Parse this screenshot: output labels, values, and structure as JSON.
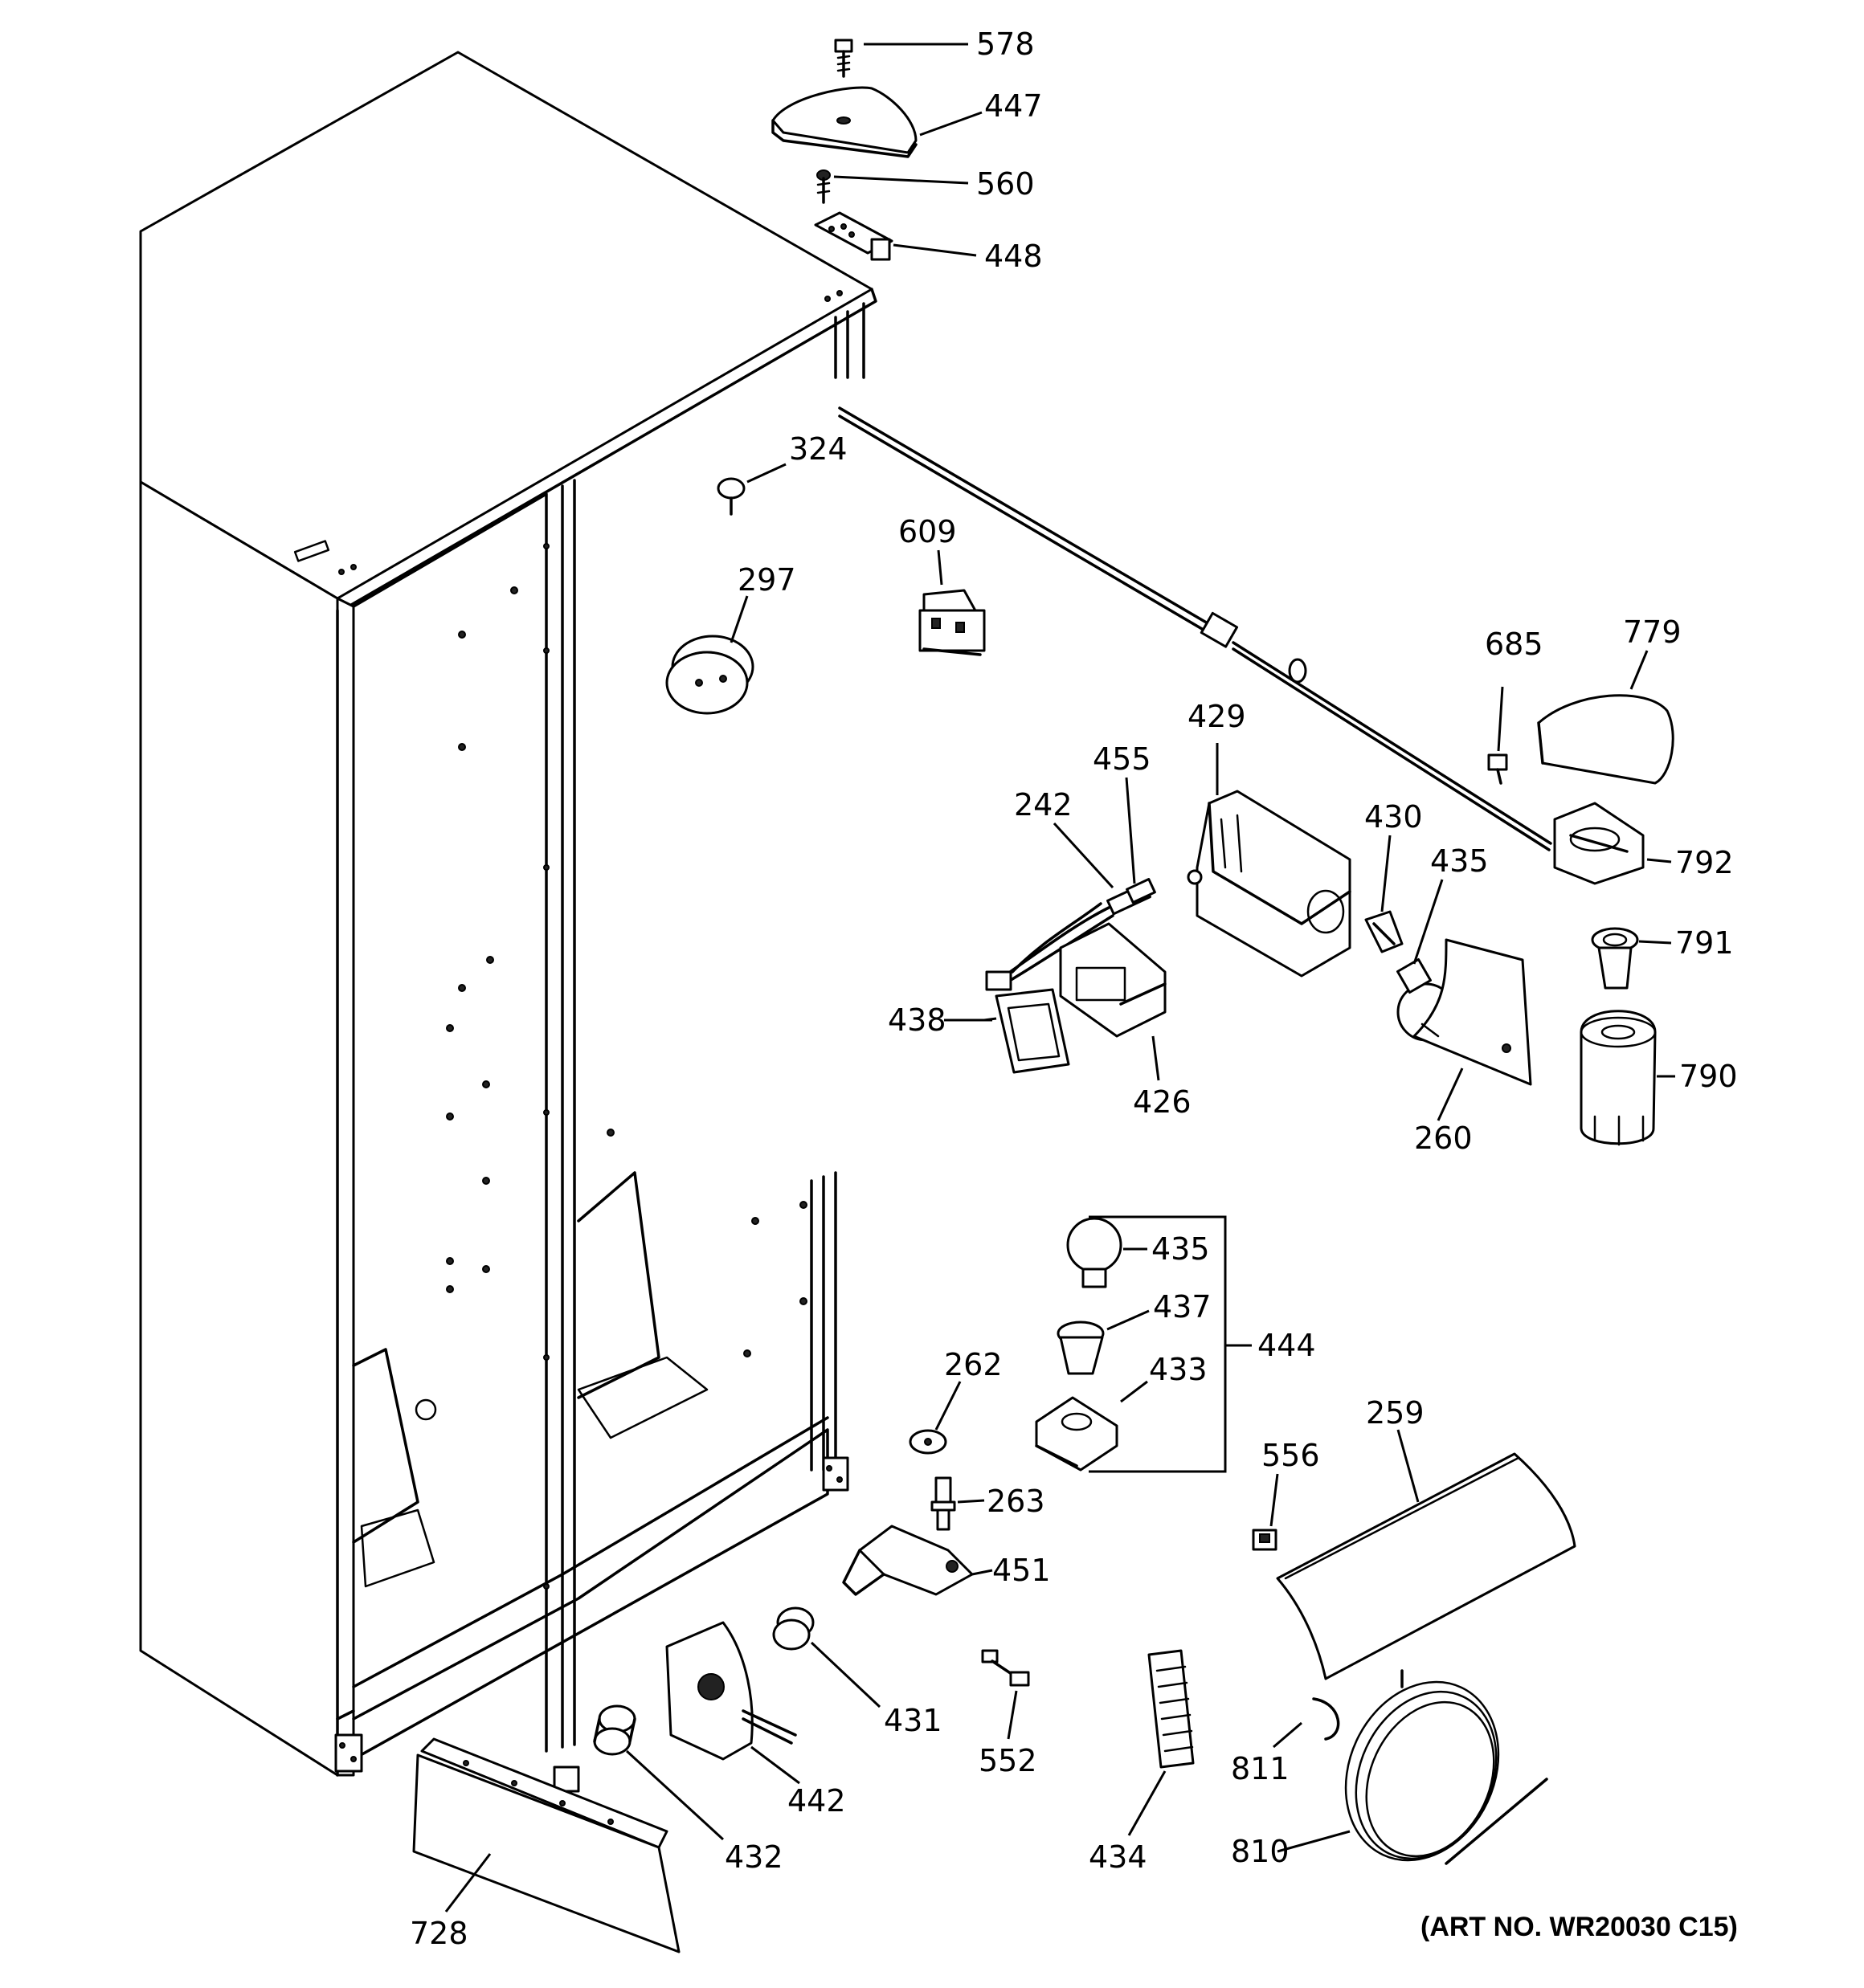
{
  "parts": [
    {
      "id": "p578",
      "label": "578"
    },
    {
      "id": "p447",
      "label": "447"
    },
    {
      "id": "p560",
      "label": "560"
    },
    {
      "id": "p448",
      "label": "448"
    },
    {
      "id": "p324",
      "label": "324"
    },
    {
      "id": "p609",
      "label": "609"
    },
    {
      "id": "p297",
      "label": "297"
    },
    {
      "id": "p685",
      "label": "685"
    },
    {
      "id": "p779",
      "label": "779"
    },
    {
      "id": "p429",
      "label": "429"
    },
    {
      "id": "p455",
      "label": "455"
    },
    {
      "id": "p242",
      "label": "242"
    },
    {
      "id": "p430",
      "label": "430"
    },
    {
      "id": "p435a",
      "label": "435"
    },
    {
      "id": "p792",
      "label": "792"
    },
    {
      "id": "p791",
      "label": "791"
    },
    {
      "id": "p438",
      "label": "438"
    },
    {
      "id": "p790",
      "label": "790"
    },
    {
      "id": "p426",
      "label": "426"
    },
    {
      "id": "p260",
      "label": "260"
    },
    {
      "id": "p435b",
      "label": "435"
    },
    {
      "id": "p437",
      "label": "437"
    },
    {
      "id": "p444",
      "label": "444"
    },
    {
      "id": "p262",
      "label": "262"
    },
    {
      "id": "p433",
      "label": "433"
    },
    {
      "id": "p259",
      "label": "259"
    },
    {
      "id": "p556",
      "label": "556"
    },
    {
      "id": "p263",
      "label": "263"
    },
    {
      "id": "p451",
      "label": "451"
    },
    {
      "id": "p431",
      "label": "431"
    },
    {
      "id": "p552",
      "label": "552"
    },
    {
      "id": "p811",
      "label": "811"
    },
    {
      "id": "p442",
      "label": "442"
    },
    {
      "id": "p432",
      "label": "432"
    },
    {
      "id": "p434",
      "label": "434"
    },
    {
      "id": "p810",
      "label": "810"
    },
    {
      "id": "p728",
      "label": "728"
    }
  ],
  "art_number": "(ART NO. WR20030 C15)"
}
